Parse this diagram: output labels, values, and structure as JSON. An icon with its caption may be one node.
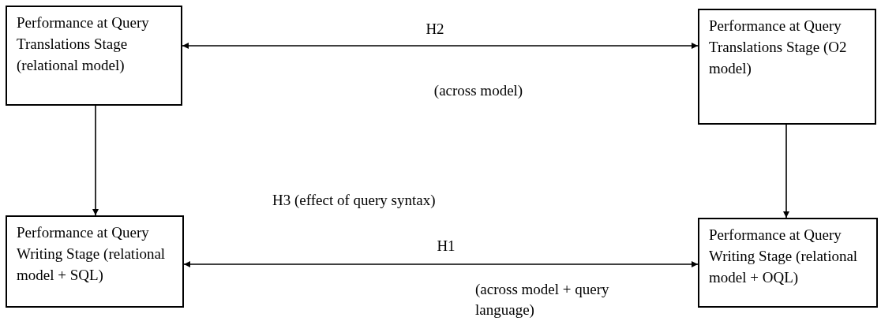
{
  "diagram": {
    "nodes": [
      {
        "text": [
          "Performance at Query Translations Stage (relational model)"
        ]
      },
      {
        "text": [
          "Performance at Query Translations Stage (O2 model)"
        ]
      },
      {
        "text": [
          "Performance at Query Writing Stage (relational model + SQL)"
        ]
      },
      {
        "text": [
          "Performance at Query Writing Stage (relational model + OQL)"
        ]
      }
    ],
    "edges": [
      {
        "from": 0,
        "to": 1,
        "arrow": "both",
        "label": "H2"
      },
      {
        "from": 0,
        "to": 2,
        "arrow": "to"
      },
      {
        "from": 1,
        "to": 3,
        "arrow": "to"
      },
      {
        "from": 2,
        "to": 3,
        "arrow": "both",
        "label": "H1"
      }
    ],
    "labels": [
      "(across model)",
      "H3 (effect of query syntax)",
      "(across model + query language)"
    ]
  }
}
